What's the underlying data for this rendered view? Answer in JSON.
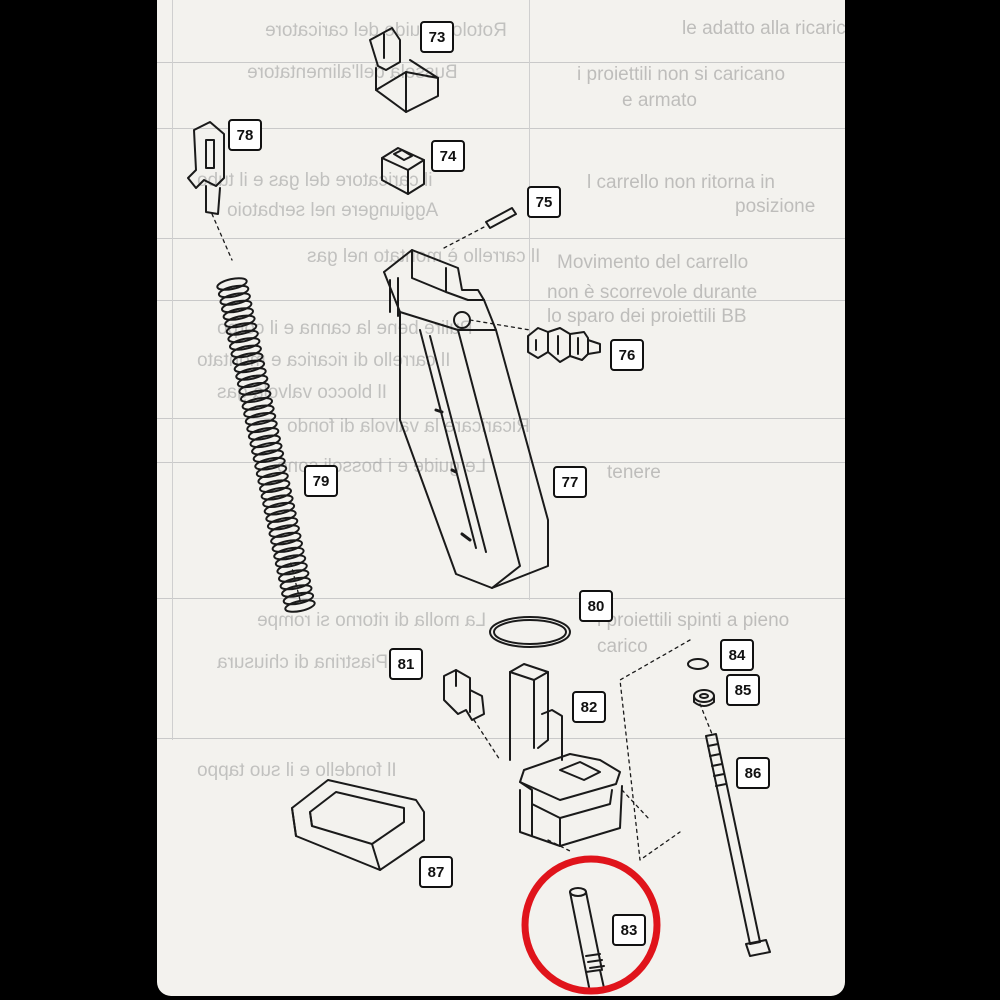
{
  "parts": [
    {
      "id": "73",
      "label": "73"
    },
    {
      "id": "74",
      "label": "74"
    },
    {
      "id": "75",
      "label": "75"
    },
    {
      "id": "76",
      "label": "76"
    },
    {
      "id": "77",
      "label": "77"
    },
    {
      "id": "78",
      "label": "78"
    },
    {
      "id": "79",
      "label": "79"
    },
    {
      "id": "80",
      "label": "80"
    },
    {
      "id": "81",
      "label": "81"
    },
    {
      "id": "82",
      "label": "82"
    },
    {
      "id": "83",
      "label": "83"
    },
    {
      "id": "84",
      "label": "84"
    },
    {
      "id": "85",
      "label": "85"
    },
    {
      "id": "86",
      "label": "86"
    },
    {
      "id": "87",
      "label": "87"
    }
  ],
  "highlighted_part": "83",
  "highlight_color": "#e0141b",
  "show_through_text": {
    "reversed": [
      "Rotolo e guide del caricatore",
      "Bussola dell'alimentatore",
      "il caricatore del gas e il tubo",
      "Aggiungere nel serbatoio",
      "Il carrello è montato nel gas",
      "Pulire bene la canna e il corpo",
      "Il carrello di ricarica e montato",
      "Il blocco valvola gas",
      "Ricaricare la valvola di fondo",
      "Le guide e i bossoli sono",
      "La molla di ritorno si rompe",
      "Piastrina di chiusura",
      "Il fondello e il suo tappo"
    ],
    "forward": [
      "le adatto alla ricarica della",
      "i proiettili non si caricano",
      "e armato",
      "l carrello non ritorna in",
      "posizione",
      "Movimento del carrello",
      "non è scorrevole durante",
      "lo sparo dei proiettili BB",
      "tenere",
      "i proiettili spinti a pieno",
      "carico"
    ]
  }
}
